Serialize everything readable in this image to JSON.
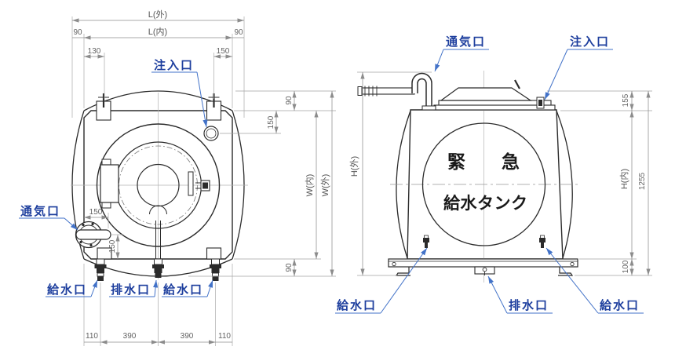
{
  "plan": {
    "dims": {
      "l_outer": "L(外)",
      "l_inner": "L(内)",
      "margin_left": "90",
      "margin_right": "90",
      "bracket_left": "130",
      "bracket_right": "150",
      "bulge_top": "90",
      "inlet_from_top": "150",
      "w_inner": "W(内)",
      "w_outer": "W(外)",
      "bulge_bottom": "90",
      "vent_from_left": "150",
      "vent_from_bottom": "150",
      "bottom_chain": [
        "110",
        "390",
        "390",
        "110"
      ]
    },
    "labels": {
      "inlet": "注入口",
      "vent": "通気口",
      "supply_left": "給水口",
      "drain": "排水口",
      "supply_right": "給水口"
    }
  },
  "front": {
    "dims": {
      "h_outer": "H(外)",
      "lid_height": "155",
      "h_inner": "H(内)",
      "base_height": "100",
      "overall": "1255"
    },
    "labels": {
      "vent": "通気口",
      "inlet": "注入口",
      "supply_left": "給水口",
      "drain": "排水口",
      "supply_right": "給水口"
    },
    "emblem": {
      "line1": "緊急",
      "line2": "給水タンク"
    }
  },
  "colors": {
    "line": "#2b2b2b",
    "dimension": "#8c8c8c",
    "label_blue": "#1e3f9e",
    "leader_blue": "#4272c8"
  }
}
